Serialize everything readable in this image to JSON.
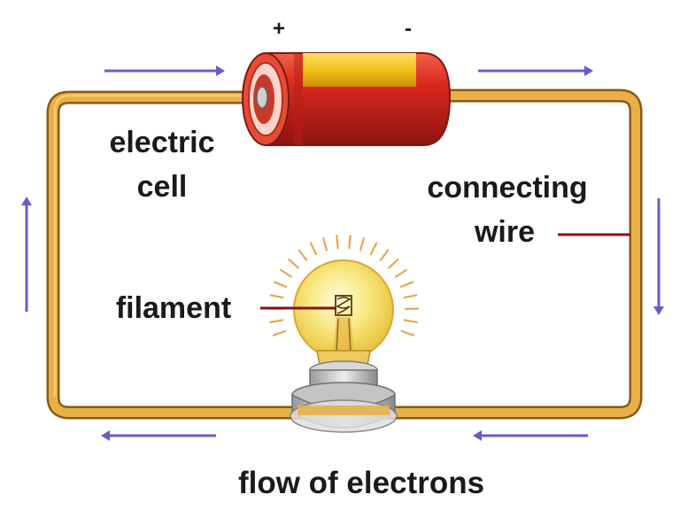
{
  "labels": {
    "positive_terminal": "+",
    "negative_terminal": "-",
    "electric_cell_line1": "electric",
    "electric_cell_line2": "cell",
    "connecting_wire_line1": "connecting",
    "connecting_wire_line2": "wire",
    "filament": "filament",
    "caption": "flow of electrons"
  },
  "colors": {
    "wire": "#e0a63e",
    "wire_outline": "#8a5a10",
    "cell_body": "#d2271e",
    "cell_band": "#f2c21c",
    "arrow": "#6a5ac8",
    "leader_line": "#8b1010",
    "bulb_glow": "#f6e27a"
  }
}
